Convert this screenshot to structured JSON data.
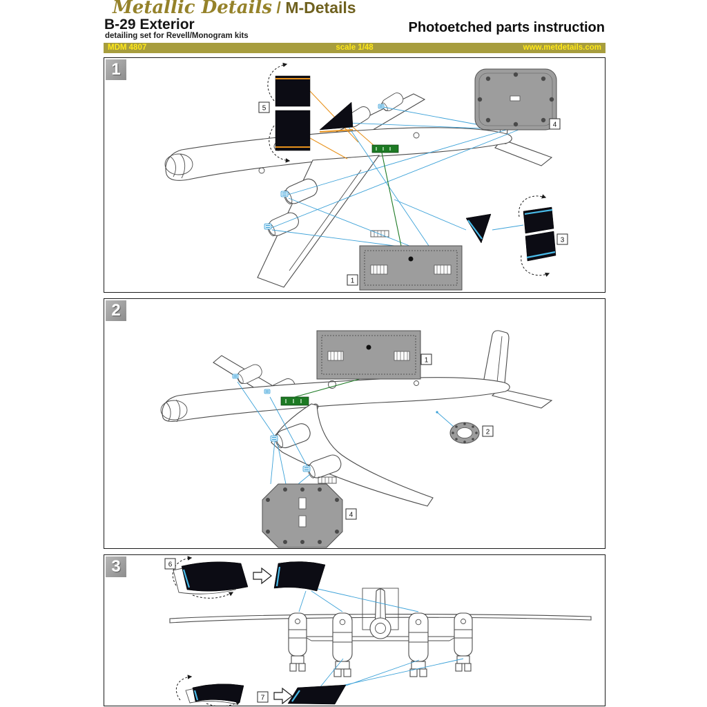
{
  "header": {
    "brand": {
      "script": "Metallic Details",
      "separator": "/",
      "name": "M-Details"
    },
    "title": "B-29 Exterior",
    "subtitle": "detailing set for Revell/Monogram kits",
    "instruction_title": "Photoetched parts instruction",
    "info_bar": {
      "code": "MDM 4807",
      "scale": "scale 1/48",
      "website": "www.metdetails.com"
    }
  },
  "colors": {
    "gold": "#95822a",
    "gold_dark": "#6f611f",
    "bar_bg": "#a79d3e",
    "bar_text": "#ffe81a",
    "part_black": "#0c0c14",
    "part_gray": "#9d9d9d",
    "line_blue": "#3ba1d8",
    "stripe_cyan": "#49bbe9",
    "line_orange": "#e8921c",
    "part_green": "#1d7a24"
  },
  "steps": [
    {
      "number": "1",
      "callouts": {
        "c5": "5",
        "c4": "4",
        "c3": "3",
        "c1": "1"
      }
    },
    {
      "number": "2",
      "callouts": {
        "c1": "1",
        "c2": "2",
        "c4": "4"
      }
    },
    {
      "number": "3",
      "callouts": {
        "c6": "6",
        "c7": "7"
      }
    }
  ]
}
